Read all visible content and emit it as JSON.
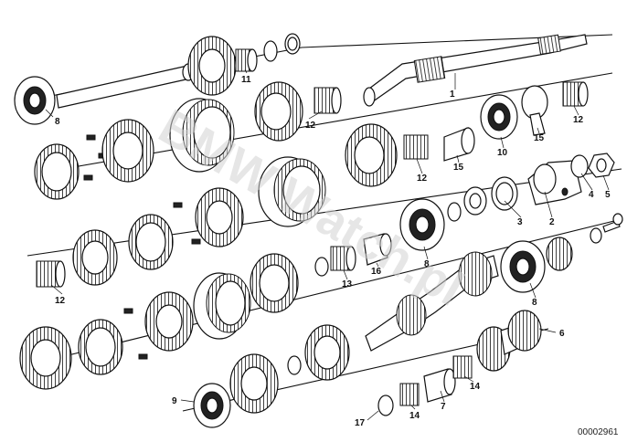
{
  "diagram": {
    "callouts": [
      "1",
      "2",
      "3",
      "4",
      "5",
      "6",
      "7",
      "8",
      "8",
      "8",
      "9",
      "10",
      "11",
      "12",
      "12",
      "12",
      "12",
      "13",
      "14",
      "14",
      "15",
      "15",
      "16",
      "17"
    ],
    "watermark": "BMW Watch.pl",
    "document_id": "00002961"
  },
  "colors": {
    "ink": "#111111",
    "paper": "#ffffff",
    "watermark": "#d2d2d2"
  }
}
